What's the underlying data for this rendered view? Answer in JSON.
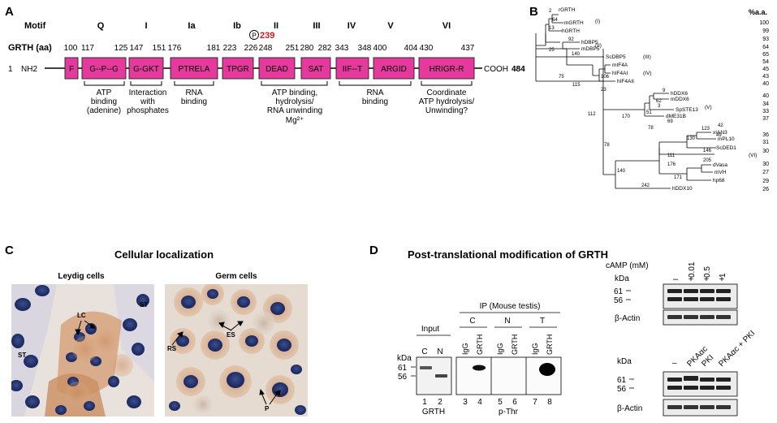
{
  "panelA": {
    "label": "A",
    "motif_header": "Motif",
    "grth_label": "GRTH (aa)",
    "nh2": "NH2",
    "start_num": "1",
    "cooh": "COOH",
    "end_num": "484",
    "phospho_p": "P",
    "phospho_site": "239",
    "motif_names": [
      "Q",
      "I",
      "Ia",
      "Ib",
      "II",
      "III",
      "IV",
      "V",
      "VI"
    ],
    "aa_numbers": [
      "100",
      "117",
      "125",
      "147",
      "151",
      "176",
      "181",
      "223",
      "226",
      "248",
      "251",
      "280",
      "282",
      "343",
      "348",
      "400",
      "404",
      "430",
      "437"
    ],
    "boxes": [
      "F",
      "G--P--G",
      "G-GKT",
      "PTRELA",
      "TPGR",
      "DEAD",
      "SAT",
      "IIF--T",
      "ARGID",
      "HRIGR-R"
    ],
    "functions": [
      [
        "ATP",
        "binding",
        "(adenine)"
      ],
      [
        "Interaction",
        "with",
        "phosphates"
      ],
      [
        "RNA",
        "binding"
      ],
      [
        "ATP binding,",
        "hydrolysis/",
        "RNA unwinding",
        "Mg²⁺"
      ],
      [
        "RNA",
        "binding"
      ],
      [
        "Coordinate",
        "ATP hydrolysis/",
        "Unwinding?"
      ]
    ],
    "box_color": "#e6399e"
  },
  "panelB": {
    "label": "B",
    "percent_header": "%a.a.",
    "taxa": [
      "rGRTH",
      "mGRTH",
      "hGRTH",
      "hDBP5",
      "mDBP5",
      "ScDBP5",
      "mIF4A",
      "hIF4AI",
      "hIF4AII",
      "hDDX6",
      "mDDX6",
      "SpSTE13",
      "dME31B",
      "xIAN3",
      "mPL10",
      "ScDED1",
      "dVasa",
      "mVH",
      "hp68",
      "hDDX10"
    ],
    "groups": [
      "(I)",
      "(II)",
      "(III)",
      "(IV)",
      "(V)",
      "(VI)"
    ],
    "percents": [
      "100",
      "99",
      "93",
      "64",
      "65",
      "54",
      "45",
      "43",
      "40",
      "40",
      "34",
      "33",
      "37",
      "36",
      "31",
      "30",
      "30",
      "27",
      "29",
      "26"
    ],
    "bootstrap": [
      "2",
      "64",
      "13",
      "92",
      "25",
      "140",
      "75",
      "115",
      "106",
      "23",
      "112",
      "9",
      "62",
      "3",
      "51",
      "69",
      "170",
      "78",
      "123",
      "42",
      "130",
      "49",
      "146",
      "78",
      "111",
      "176",
      "205",
      "171",
      "140",
      "242"
    ]
  },
  "panelC": {
    "label": "C",
    "title": "Cellular localization",
    "left_title": "Leydig cells",
    "right_title": "Germ cells",
    "left_labels": [
      "LC",
      "ST",
      "ST"
    ],
    "right_labels": [
      "ES",
      "RS",
      "P"
    ]
  },
  "panelD": {
    "label": "D",
    "title": "Post-translational modification of GRTH",
    "ip_header": "IP (Mouse testis)",
    "input_header": "Input",
    "kda": "kDa",
    "mw": [
      "61",
      "56"
    ],
    "input_lanes": [
      "C",
      "N"
    ],
    "ip_groups": [
      "C",
      "N",
      "T"
    ],
    "ip_lanes": [
      "IgG",
      "GRTH",
      "IgG",
      "GRTH",
      "IgG",
      "GRTH"
    ],
    "lane_numbers": [
      "1",
      "2",
      "3",
      "4",
      "5",
      "6",
      "7",
      "8"
    ],
    "bottom_left": "GRTH",
    "bottom_right": "p-Thr",
    "camp_label": "cAMP (mM)",
    "camp_values": [
      "0.01",
      "0.5",
      "1"
    ],
    "camp_signs": [
      "–",
      "+",
      "+",
      "+"
    ],
    "beta_actin": "β-Actin",
    "treatments": [
      "–",
      "PKAαc",
      "PKI",
      "PKAαc + PKI"
    ]
  }
}
